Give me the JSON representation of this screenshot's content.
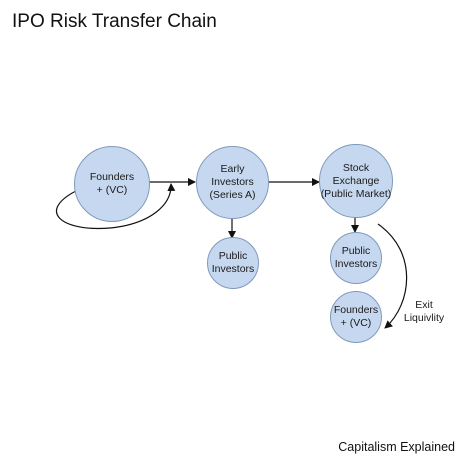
{
  "title": "IPO Risk Transfer Chain",
  "footer": "Capitalism Explained",
  "nodes": {
    "founders_vc_top": "Founders\n+ (VC)",
    "early_investors": "Early\nInvestors\n(Series A)",
    "stock_exchange": "Stock\nExchange\n(Public Market)",
    "public_investors_left": "Public\nInvestors",
    "public_investors_right": "Public\nInvestors",
    "founders_vc_bottom": "Founders\n+ (VC)"
  },
  "edge_labels": {
    "exit_liquidity": "Exit\nLiquivlity"
  },
  "colors": {
    "node_fill": "#c6d8ef",
    "node_stroke": "#7f99bb",
    "edge": "#111111"
  }
}
